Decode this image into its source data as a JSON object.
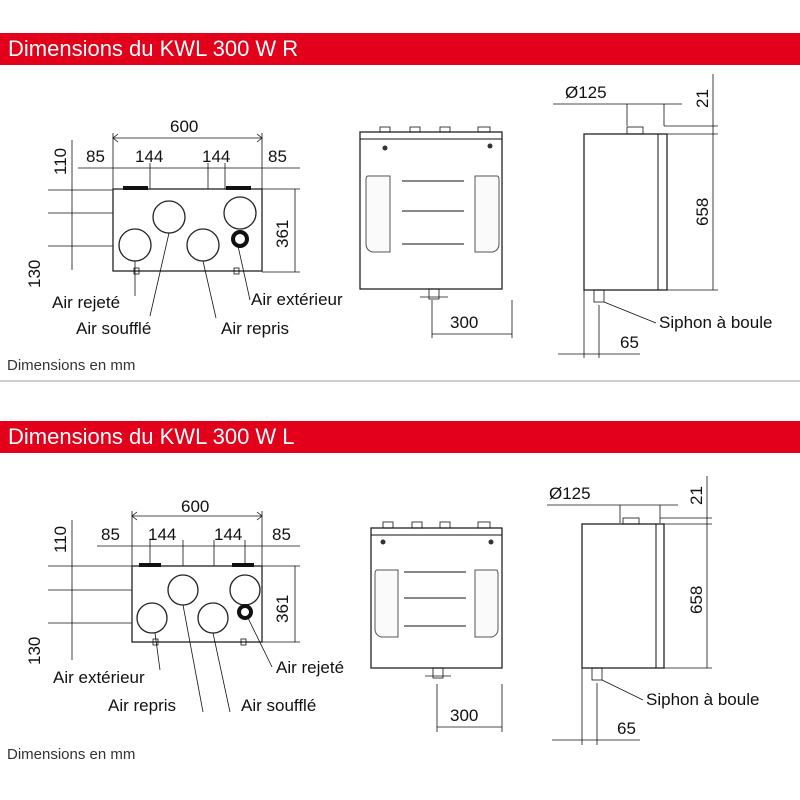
{
  "panels": [
    {
      "title": "Dimensions du KWL 300 W R",
      "dims": {
        "width_total": "600",
        "left_offset": "85",
        "port_spacing_1": "144",
        "port_spacing_2": "144",
        "right_offset": "85",
        "top_offset": "110",
        "bottom_offset": "130",
        "height": "361",
        "side_depth": "300",
        "diameter": "Ø125",
        "top_height": "21",
        "total_height": "658",
        "siphon_offset": "65"
      },
      "labels": {
        "bl": "Air rejeté",
        "bc": "Air soufflé",
        "tc": "Air repris",
        "tr": "Air extérieur",
        "siphon": "Siphon à boule"
      },
      "unit_note": "Dimensions en mm"
    },
    {
      "title": "Dimensions du KWL 300 W L",
      "dims": {
        "width_total": "600",
        "left_offset": "85",
        "port_spacing_1": "144",
        "port_spacing_2": "144",
        "right_offset": "85",
        "top_offset": "110",
        "bottom_offset": "130",
        "height": "361",
        "side_depth": "300",
        "diameter": "Ø125",
        "top_height": "21",
        "total_height": "658",
        "siphon_offset": "65"
      },
      "labels": {
        "bl": "Air extérieur",
        "bc": "Air repris",
        "tc": "Air soufflé",
        "tr": "Air rejeté",
        "siphon": "Siphon à boule"
      },
      "unit_note": "Dimensions en mm"
    }
  ]
}
